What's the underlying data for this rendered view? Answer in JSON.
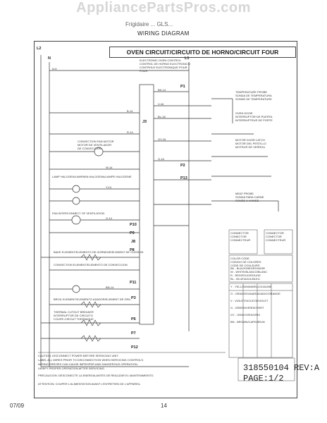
{
  "watermark": "AppliancePartsPros.com",
  "model_header": "Frigidaire ... GLS...",
  "diagram_title": "WIRING DIAGRAM",
  "circuit_title": "OVEN CIRCUIT/CIRCUITO DE HORNO/CIRCUIT FOUR",
  "terminals": {
    "l2": "L2",
    "n": "N",
    "l1": "L1",
    "p1": "P1",
    "j3": "J3",
    "p2": "P2",
    "p13": "P13",
    "p10": "P10",
    "p9": "P9",
    "j8": "J8",
    "p8": "P8",
    "p11": "P11",
    "p3": "P3",
    "p6": "P6",
    "p7": "P7",
    "p12": "P12"
  },
  "labels": {
    "control": "ELECTRONIC OVEN CONTROL\nCONTROL DE HORNO ELECTRONICO\nCONTROLE ELECTRONIQUE POUR\nFOUR",
    "temp_probe": "TEMPERATURE PROBE\nSONDA DE TEMPERATURA\nSONDE DE TEMPERATURE",
    "oven_door_switch": "OVEN DOOR\nINTERRUPTOR DE PUERTA\nINTERRUPTEUR DE PORTE",
    "convection_motor": "CONVECTION FAN MOTOR\nMOTOR DE VENTILADOR\nDE CONVECCION",
    "lamp": "LAMP HALOGEN/LAMPARA HALOGENA/LAMPE HALOGENE",
    "door_lock_motor": "MOTOR DOOR LATCH\nMOTOR DEL PESTILLO\nMOTEUR DE VERROU",
    "fan": "FAN INTERCONNECT OF VENTILATION",
    "bake_element": "BAKE ELEMENT/ELEMENTO DE HORNEAR/ELEMENT DE CUISSON",
    "broil_element": "BROIL ELEMENT/ELEMENTO ASADOR/ELEMENT DE GRIL",
    "convection_element": "CONVECTION ELEMENT/ELEMENTO DE CONVECCION",
    "thermal_cutout": "THERMAL CUTOUT BREAKER\nINTERRUPTOR DE CIRCUITO\nCOUPE-CIRCUIT THERMIQUE",
    "meat_probe": "MEAT PROBE\nSONDA PARA CARNE\nSONDE A VIANDE"
  },
  "wire_codes": {
    "n5": "N-5",
    "b14": "B-14",
    "r14": "R-14",
    "bk14": "BK-14",
    "w14": "W-14",
    "y14": "Y-14",
    "v16": "V-16",
    "bl16": "BL-16",
    "gy16": "GY-16",
    "o16": "O-16",
    "g14": "G-14",
    "bn14": "BN-14"
  },
  "table_connector": "CONNECTOR\nCONECTOR\nCONNECTEUR",
  "table_color": "COLOR CODE\nCODIGO DE COLORES\nCODE DE COULEURS",
  "color_legend": [
    "BK - BLACK/NEGRO/NOIR",
    "W - WHITE/BLANCO/BLANC",
    "R - RED/ROJO/ROUGE",
    "BL - BLUE/AZUL/BLEU",
    "Y - YELLOW/AMARILLO/JAUNE",
    "O - ORANGE/ANARANJADO/ORANGE",
    "V - VIOLET/VIOLETA/VIOLET",
    "G - GREEN/VERDE/VERT",
    "GY - GRAY/GRIS/GRIS",
    "BN - BROWN/CAFE/BRUN"
  ],
  "notes": [
    "CAUTION: DISCONNECT POWER BEFORE SERVICING UNIT.",
    "LABEL ALL WIRES PRIOR TO DISCONNECTION WHEN SERVICING CONTROLS.",
    "WIRING ERRORS CAN CAUSE IMPROPER AND DANGEROUS OPERATION.",
    "VERIFY PROPER OPERATION AFTER SERVICING.",
    "PRECAUCION: DESCONECTE LA ENERGIA ANTES DE REALIZAR EL MANTENIMIENTO.",
    "ATTENTION: COUPER L'ALIMENTATION AVANT L'ENTRETIEN DE L'APPAREIL."
  ],
  "part_number": "318550104 REV:A",
  "page_ref": "PAGE:1/2",
  "footer_date": "07/09",
  "footer_page": "14"
}
